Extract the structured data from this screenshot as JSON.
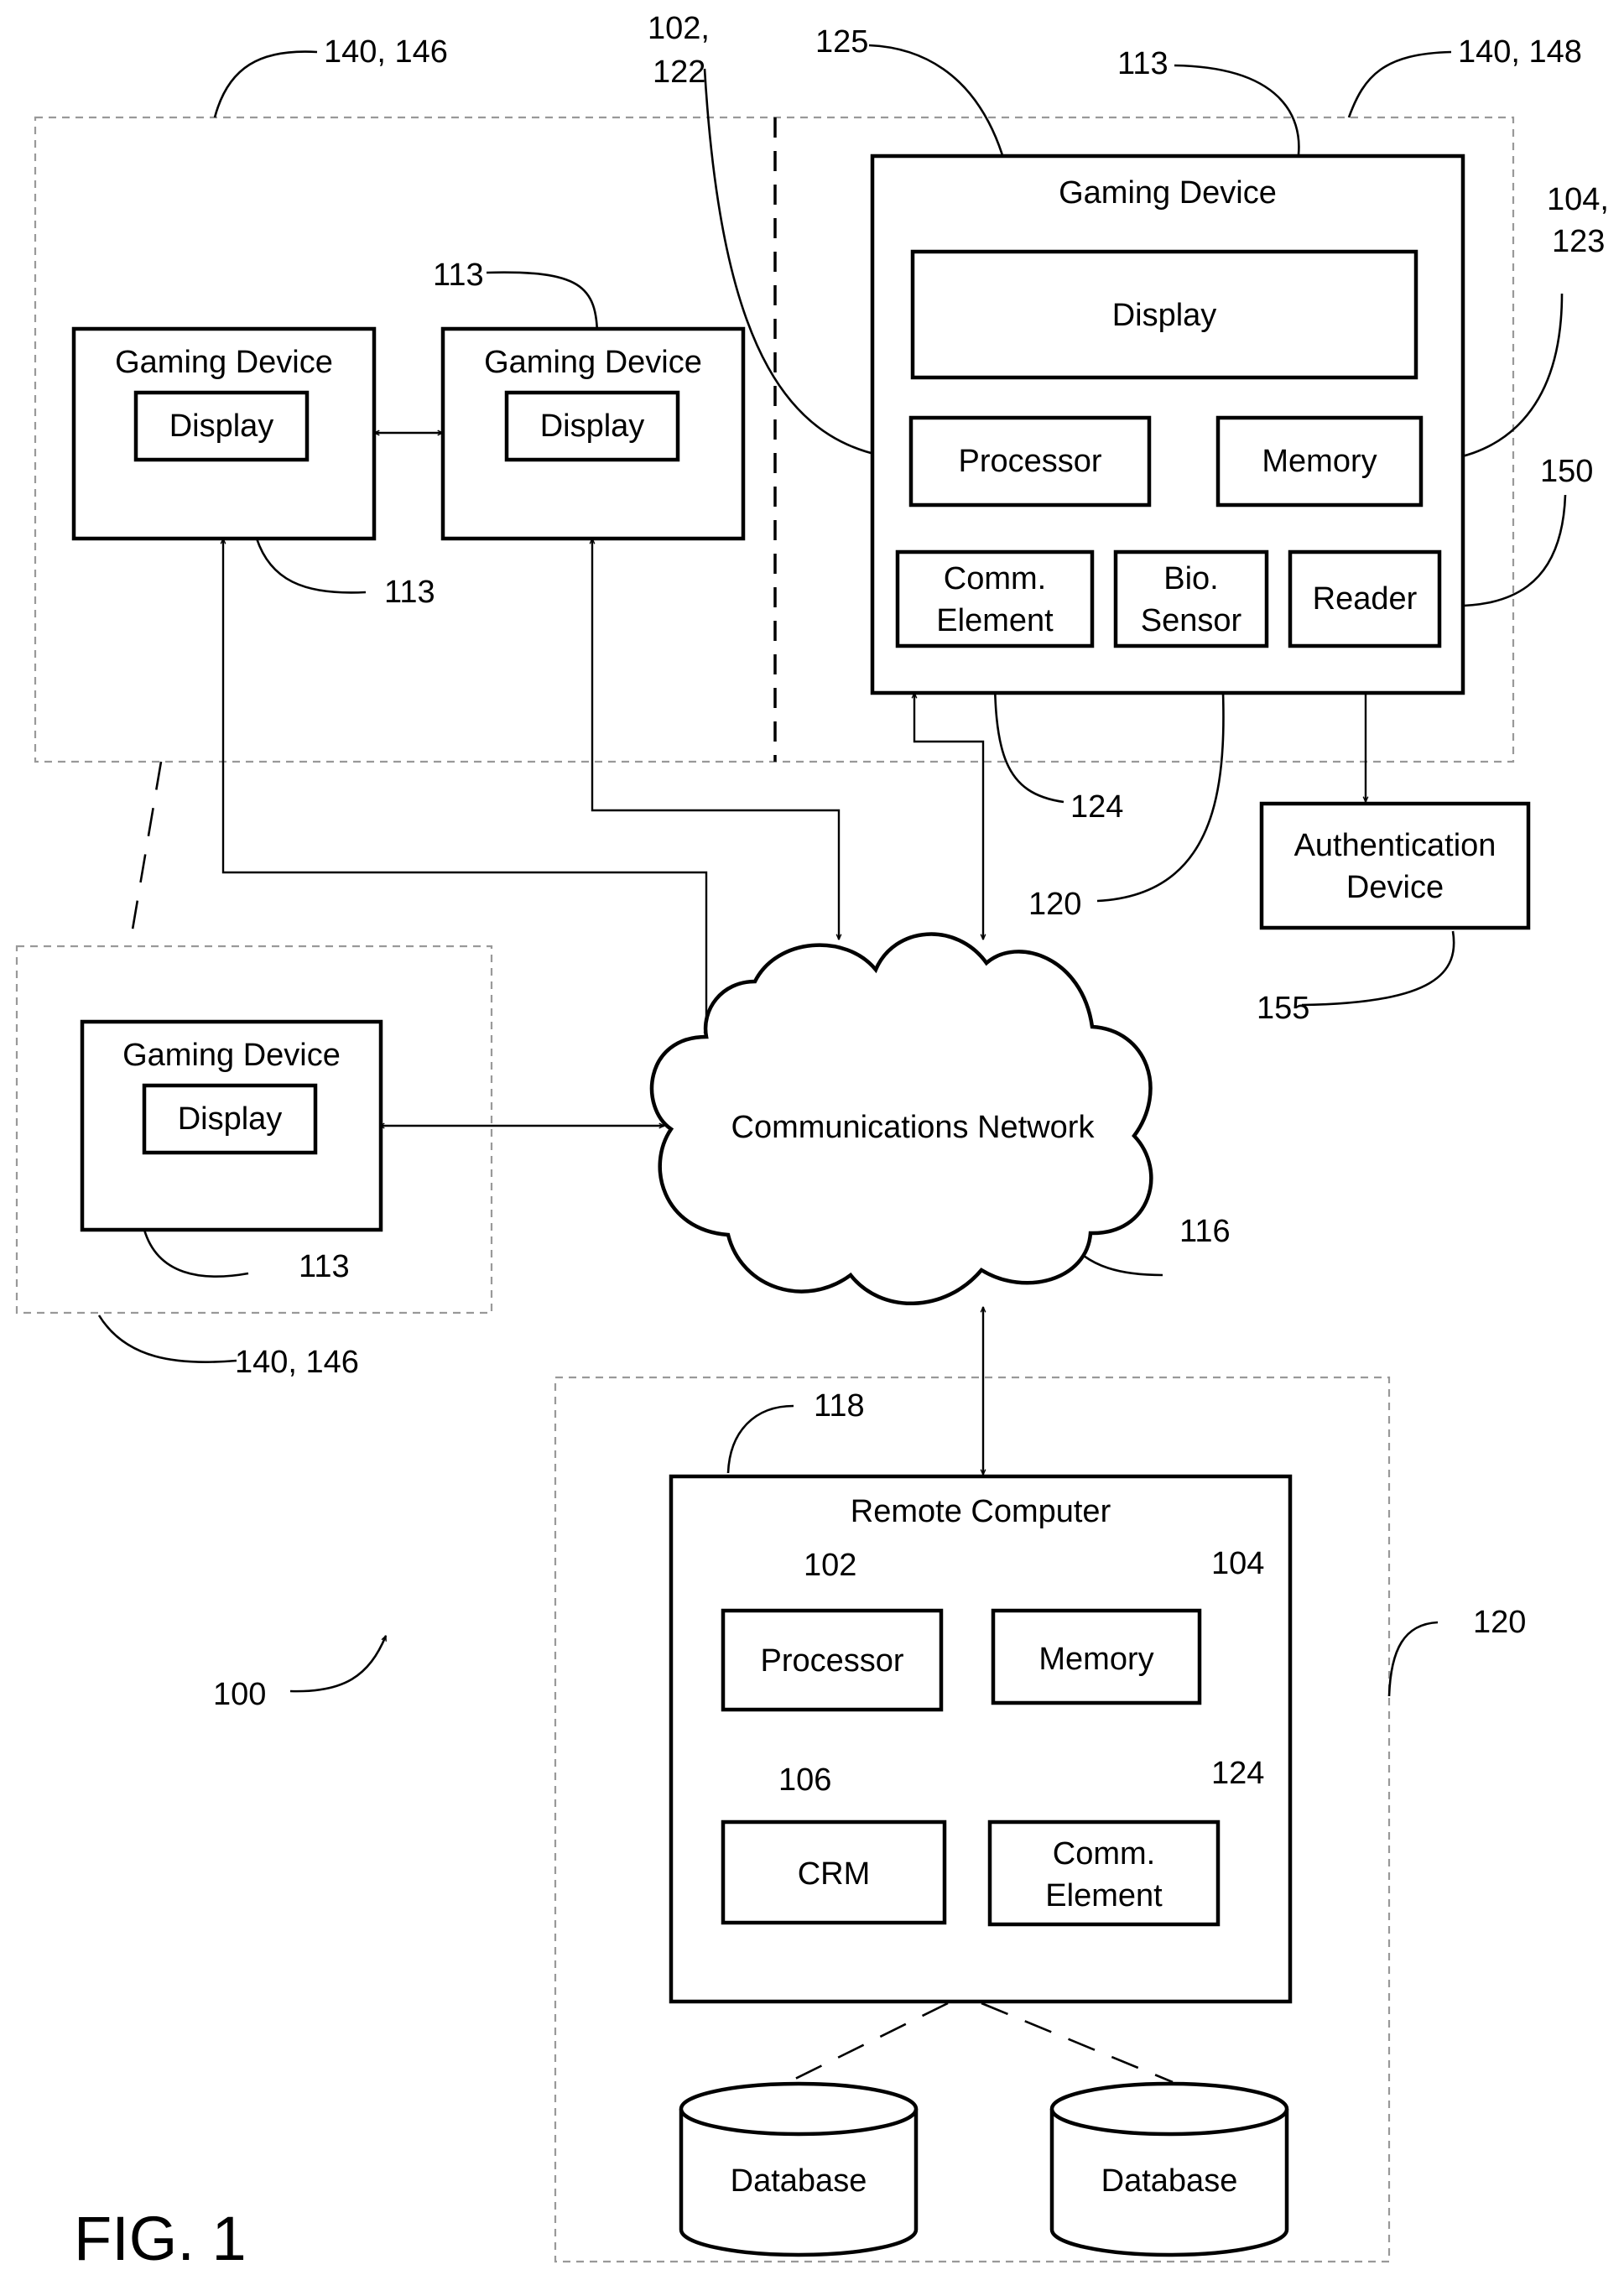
{
  "figure_label": "FIG. 1",
  "labels": {
    "gaming_device": "Gaming Device",
    "display": "Display",
    "processor": "Processor",
    "memory": "Memory",
    "comm_element_l1": "Comm.",
    "comm_element_l2": "Element",
    "bio_sensor_l1": "Bio.",
    "bio_sensor_l2": "Sensor",
    "reader": "Reader",
    "auth_device_l1": "Authentication",
    "auth_device_l2": "Device",
    "network": "Communications Network",
    "remote_computer": "Remote Computer",
    "crm": "CRM",
    "database": "Database"
  },
  "refs": {
    "r140_146": "140, 146",
    "r140_148": "140, 148",
    "r102_122_l1": "102,",
    "r102_122_l2": "122",
    "r125": "125",
    "r113": "113",
    "r104_123_l1": "104,",
    "r104_123_l2": "123",
    "r150": "150",
    "r124": "124",
    "r120": "120",
    "r155": "155",
    "r116": "116",
    "r118": "118",
    "r102": "102",
    "r104": "104",
    "r106": "106",
    "r100": "100"
  }
}
